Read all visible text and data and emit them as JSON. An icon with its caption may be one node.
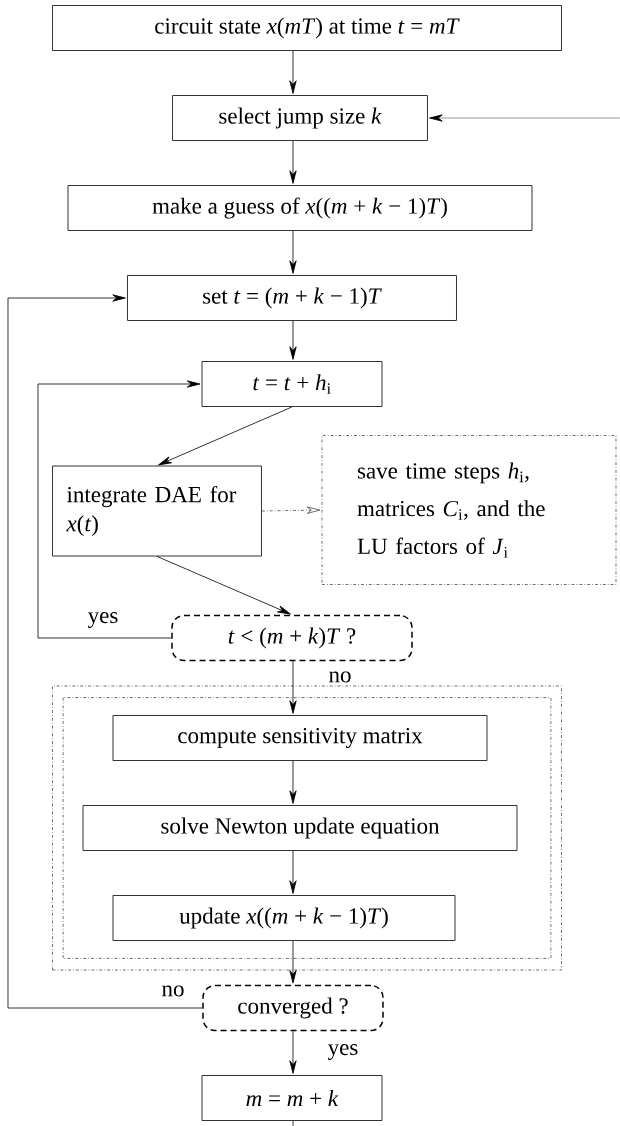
{
  "diagram": {
    "nodes": [
      {
        "text": [
          "circuit state *x*(*mT*) at time *t* = *mT*"
        ]
      },
      {
        "text": [
          "select jump size *k*"
        ]
      },
      {
        "text": [
          "make a guess of *x*((*m* + *k* − 1)*T*)"
        ]
      },
      {
        "text": [
          "set *t* = (*m* + *k* − 1)*T*"
        ]
      },
      {
        "text": [
          "*t* = *t* + *h*$_{i}$"
        ]
      },
      {
        "text": [
          "integrate DAE for *x*(*t*)"
        ]
      },
      {
        "text": [
          "save time steps *h*$_{i}$, matrices *C*$_{i}$, and the LU factors of *J*$_{i}$"
        ]
      },
      {
        "text": [
          "*t* < (*m* + *k*)*T* ?"
        ]
      },
      {
        "text": [],
        "shape": "box"
      },
      {
        "text": [
          "compute sensitivity matrix"
        ],
        "in": 8
      },
      {
        "text": [
          "solve Newton update equation"
        ],
        "in": 8
      },
      {
        "text": [
          "update *x*((*m* + *k* − 1)*T*)"
        ],
        "in": 8
      },
      {
        "text": [
          "converged ?"
        ]
      },
      {
        "text": [
          "*m* = *m* + *k*"
        ]
      }
    ],
    "edges": [
      {
        "from": 0,
        "to": 1,
        "arrow": "to"
      },
      {
        "from": null,
        "to": 1,
        "arrow": "to"
      },
      {
        "from": 1,
        "to": 2,
        "arrow": "to"
      },
      {
        "from": 2,
        "to": 3,
        "arrow": "to"
      },
      {
        "from": 3,
        "to": 4,
        "arrow": "to"
      },
      {
        "from": 4,
        "to": 5,
        "arrow": "to"
      },
      {
        "from": 5,
        "to": 6,
        "arrow": "to",
        "style": "dashed"
      },
      {
        "from": 5,
        "to": 7,
        "arrow": "to"
      },
      {
        "from": 7,
        "to": 4,
        "arrow": "to",
        "label": "yes"
      },
      {
        "from": 7,
        "to": 9,
        "arrow": "to",
        "label": "no"
      },
      {
        "from": 9,
        "to": 10,
        "arrow": "to"
      },
      {
        "from": 10,
        "to": 11,
        "arrow": "to"
      },
      {
        "from": 11,
        "to": 12,
        "arrow": "to"
      },
      {
        "from": 12,
        "to": 3,
        "arrow": "to",
        "label": "no"
      },
      {
        "from": 12,
        "to": 13,
        "arrow": "to",
        "label": "yes"
      },
      {
        "from": 13,
        "to": null,
        "arrow": "none"
      }
    ]
  }
}
